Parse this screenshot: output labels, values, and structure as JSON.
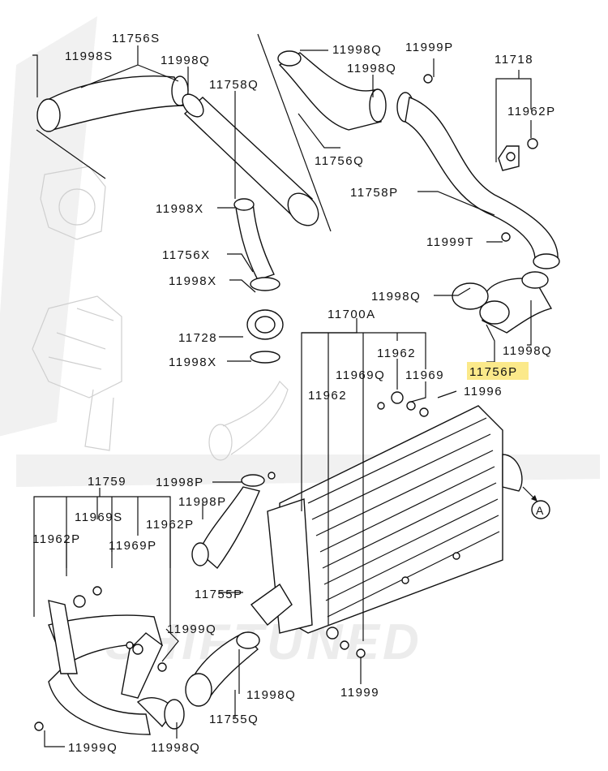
{
  "watermark": "SHIFTUNED",
  "highlight_color": "#fbe98a",
  "callouts": {
    "c11756S": "11756S",
    "c11998S": "11998S",
    "c11998Q_a": "11998Q",
    "c11758Q": "11758Q",
    "c11998Q_b": "11998Q",
    "c11999P": "11999P",
    "c11998Q_c": "11998Q",
    "c11718": "11718",
    "c11962P_a": "11962P",
    "c11756Q": "11756Q",
    "c11758P": "11758P",
    "c11998X_a": "11998X",
    "c11999T": "11999T",
    "c11756X": "11756X",
    "c11998X_b": "11998X",
    "c11998Q_d": "11998Q",
    "c11700A": "11700A",
    "c11728": "11728",
    "c11998Q_e": "11998Q",
    "c11998X_c": "11998X",
    "c11962_a": "11962",
    "c11756P": "11756P",
    "c11969Q": "11969Q",
    "c11969": "11969",
    "c11962_b": "11962",
    "c11996": "11996",
    "c11759": "11759",
    "c11998P_a": "11998P",
    "c11969S": "11969S",
    "c11998P_b": "11998P",
    "c11962P_b": "11962P",
    "c11962P_c": "11962P",
    "c11969P": "11969P",
    "c11755P": "11755P",
    "c11999Q_a": "11999Q",
    "c11998Q_f": "11998Q",
    "c11999": "11999",
    "c11755Q": "11755Q",
    "c11999Q_b": "11999Q",
    "c11998Q_g": "11998Q",
    "ref_A": "A"
  }
}
